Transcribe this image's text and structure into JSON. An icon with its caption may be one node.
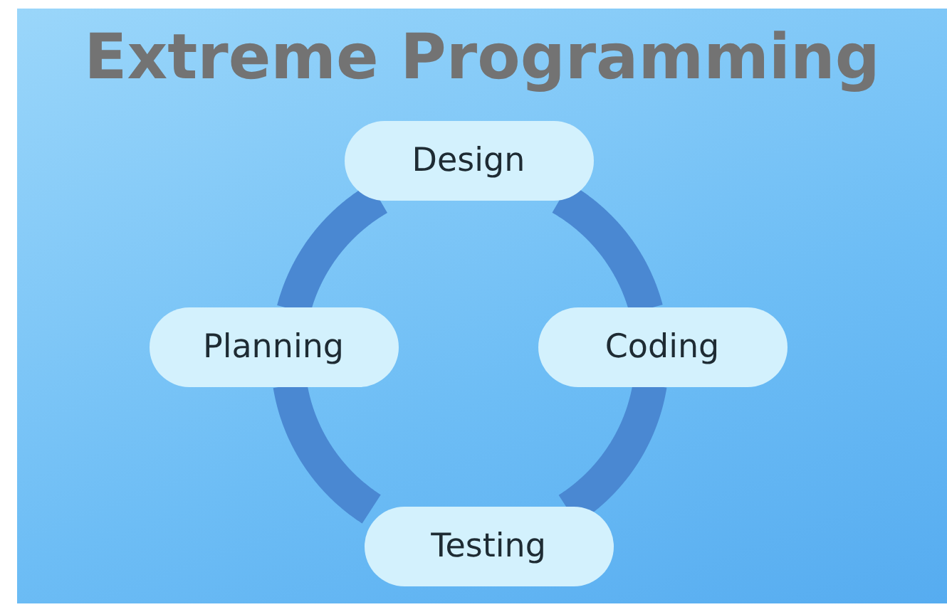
{
  "diagram": {
    "title": "Extreme Programming",
    "nodes": [
      {
        "text": [
          "Design"
        ]
      },
      {
        "text": [
          "Planning"
        ]
      },
      {
        "text": [
          "Coding"
        ]
      },
      {
        "text": [
          "Testing"
        ]
      }
    ],
    "edges": [
      {
        "from": 1,
        "to": 0,
        "arrow": "none"
      },
      {
        "from": 0,
        "to": 2,
        "arrow": "none"
      },
      {
        "from": 2,
        "to": 3,
        "arrow": "none"
      },
      {
        "from": 3,
        "to": 1,
        "arrow": "none"
      }
    ]
  }
}
